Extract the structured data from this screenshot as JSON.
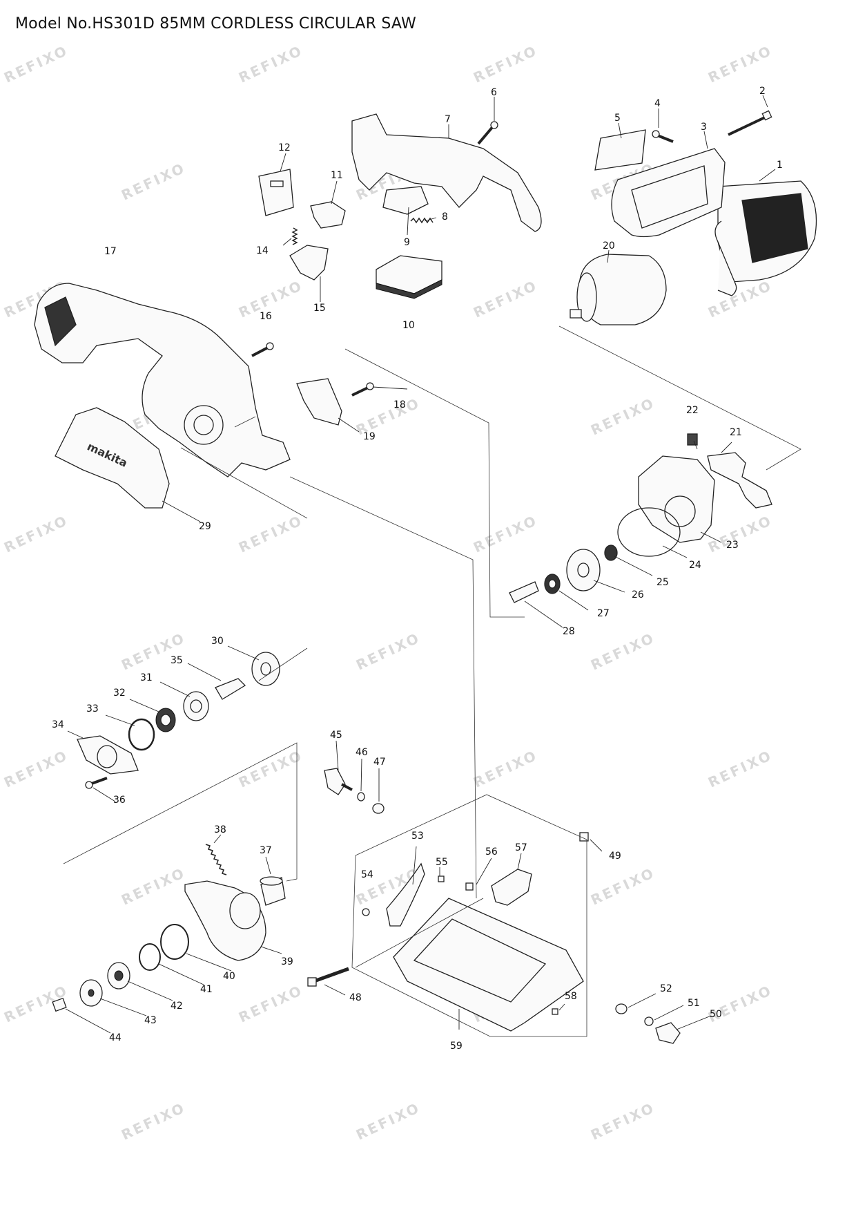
{
  "title": "Model No.HS301D 85MM CORDLESS CIRCULAR SAW",
  "watermark": "REFIXO",
  "callouts": [
    "1",
    "2",
    "3",
    "4",
    "5",
    "6",
    "7",
    "8",
    "9",
    "10",
    "11",
    "12",
    "14",
    "15",
    "16",
    "17",
    "18",
    "19",
    "20",
    "21",
    "22",
    "23",
    "24",
    "25",
    "26",
    "27",
    "28",
    "29",
    "30",
    "31",
    "32",
    "33",
    "34",
    "35",
    "36",
    "37",
    "38",
    "39",
    "40",
    "41",
    "42",
    "43",
    "44",
    "45",
    "46",
    "47",
    "48",
    "49",
    "50",
    "51",
    "52",
    "53",
    "54",
    "55",
    "56",
    "57",
    "58",
    "59"
  ]
}
